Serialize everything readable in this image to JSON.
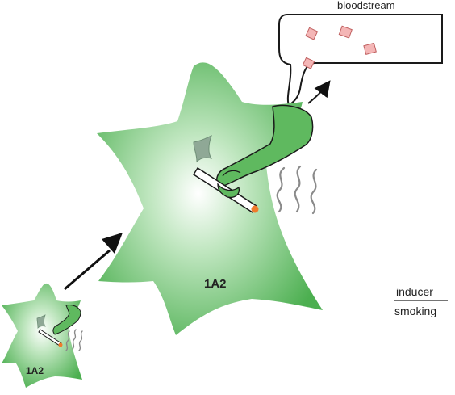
{
  "labels": {
    "bloodstream": "bloodstream",
    "small_cell": "1A2",
    "large_cell": "1A2",
    "inducer_header": "inducer",
    "inducer_value": "smoking"
  },
  "colors": {
    "cell_fill_edge": "#4caf50",
    "cell_fill_center": "#ffffff",
    "arm": "#5fb95f",
    "outline": "#1a1a1a",
    "smoke": "#8a8a8a",
    "particle": "#f4b6b6",
    "ember": "#f07a2a"
  },
  "icons": [
    "cigarette-icon",
    "smoke-icon",
    "arm-icon",
    "arrow-icon",
    "particle-icon"
  ]
}
